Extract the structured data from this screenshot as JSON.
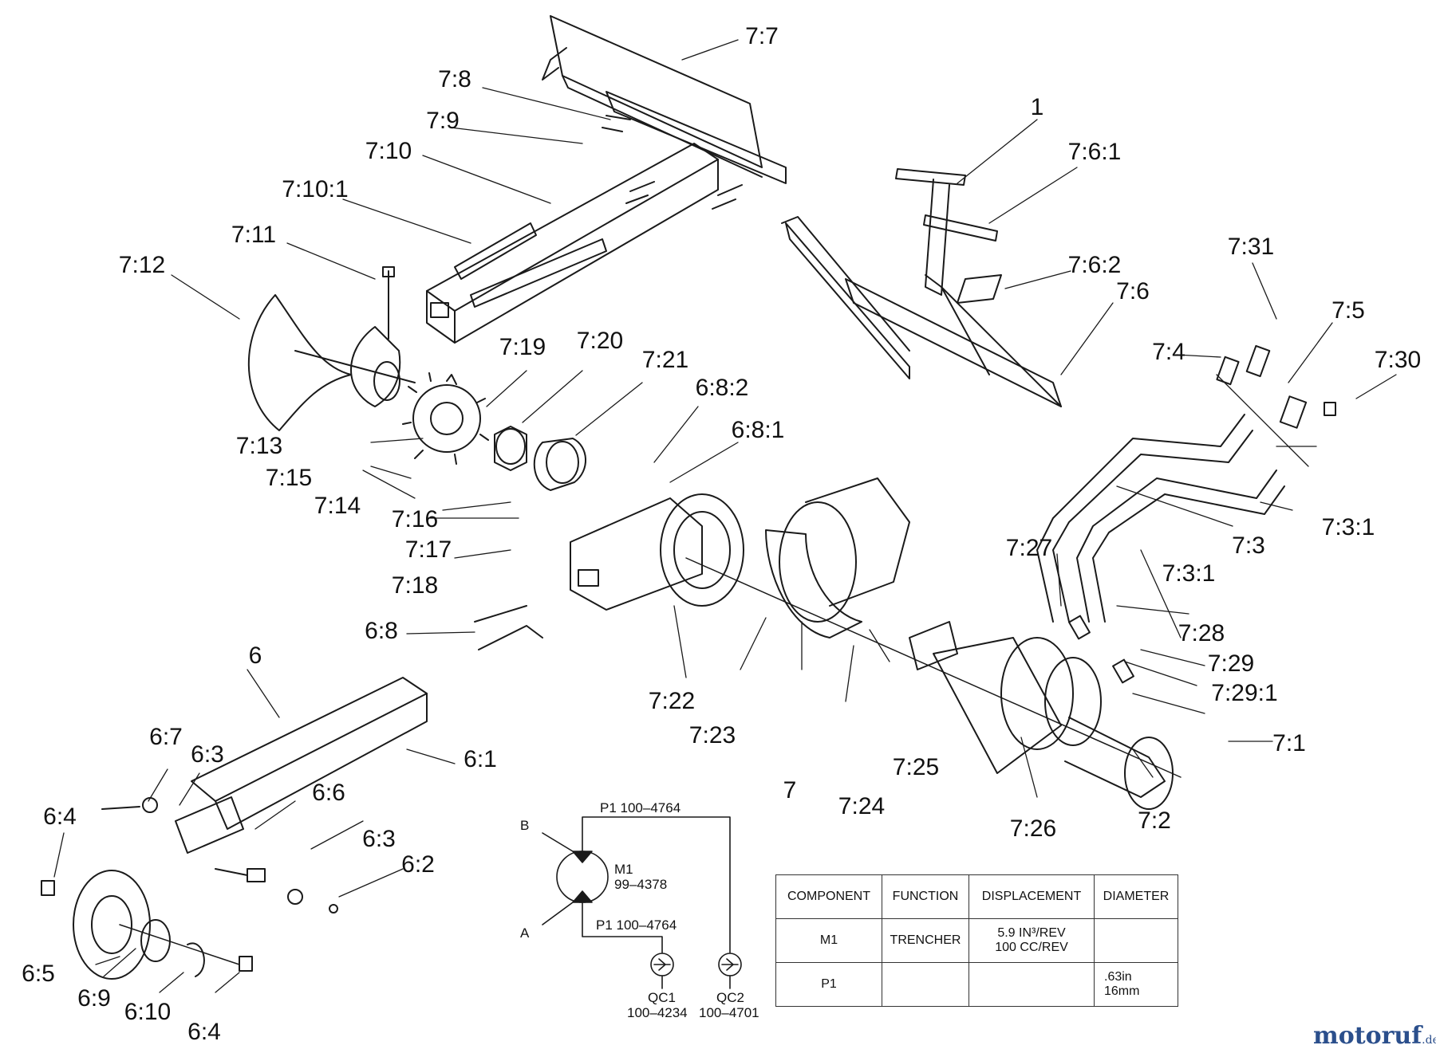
{
  "callouts": [
    {
      "id": "7:7",
      "text": "7:7"
    },
    {
      "id": "7:8",
      "text": "7:8"
    },
    {
      "id": "7:9",
      "text": "7:9"
    },
    {
      "id": "7:10",
      "text": "7:10"
    },
    {
      "id": "7:10:1",
      "text": "7:10:1"
    },
    {
      "id": "7:11",
      "text": "7:11"
    },
    {
      "id": "7:12",
      "text": "7:12"
    },
    {
      "id": "1",
      "text": "1"
    },
    {
      "id": "7:6:1",
      "text": "7:6:1"
    },
    {
      "id": "7:6:2",
      "text": "7:6:2"
    },
    {
      "id": "7:6",
      "text": "7:6"
    },
    {
      "id": "7:31",
      "text": "7:31"
    },
    {
      "id": "7:5",
      "text": "7:5"
    },
    {
      "id": "7:4",
      "text": "7:4"
    },
    {
      "id": "7:30",
      "text": "7:30"
    },
    {
      "id": "7:19",
      "text": "7:19"
    },
    {
      "id": "7:20",
      "text": "7:20"
    },
    {
      "id": "7:21",
      "text": "7:21"
    },
    {
      "id": "6:8:2",
      "text": "6:8:2"
    },
    {
      "id": "6:8:1",
      "text": "6:8:1"
    },
    {
      "id": "7:13",
      "text": "7:13"
    },
    {
      "id": "7:15",
      "text": "7:15"
    },
    {
      "id": "7:14",
      "text": "7:14"
    },
    {
      "id": "7:16",
      "text": "7:16"
    },
    {
      "id": "7:17",
      "text": "7:17"
    },
    {
      "id": "7:18",
      "text": "7:18"
    },
    {
      "id": "7:3:1a",
      "text": "7:3:1"
    },
    {
      "id": "7:3",
      "text": "7:3"
    },
    {
      "id": "7:27",
      "text": "7:27"
    },
    {
      "id": "7:3:1b",
      "text": "7:3:1"
    },
    {
      "id": "7:28",
      "text": "7:28"
    },
    {
      "id": "7:29",
      "text": "7:29"
    },
    {
      "id": "7:29:1",
      "text": "7:29:1"
    },
    {
      "id": "7:1",
      "text": "7:1"
    },
    {
      "id": "6:8",
      "text": "6:8"
    },
    {
      "id": "6",
      "text": "6"
    },
    {
      "id": "7:22",
      "text": "7:22"
    },
    {
      "id": "7:23",
      "text": "7:23"
    },
    {
      "id": "7",
      "text": "7"
    },
    {
      "id": "7:25",
      "text": "7:25"
    },
    {
      "id": "7:24",
      "text": "7:24"
    },
    {
      "id": "7:26",
      "text": "7:26"
    },
    {
      "id": "7:2",
      "text": "7:2"
    },
    {
      "id": "6:1",
      "text": "6:1"
    },
    {
      "id": "6:7",
      "text": "6:7"
    },
    {
      "id": "6:3a",
      "text": "6:3"
    },
    {
      "id": "6:4a",
      "text": "6:4"
    },
    {
      "id": "6:6",
      "text": "6:6"
    },
    {
      "id": "6:3b",
      "text": "6:3"
    },
    {
      "id": "6:2",
      "text": "6:2"
    },
    {
      "id": "6:5",
      "text": "6:5"
    },
    {
      "id": "6:9",
      "text": "6:9"
    },
    {
      "id": "6:10",
      "text": "6:10"
    },
    {
      "id": "6:4b",
      "text": "6:4"
    }
  ],
  "schematic": {
    "port_b": "B",
    "port_a": "A",
    "line_top": "P1 100–4764",
    "line_bottom": "P1 100–4764",
    "motor_name": "M1",
    "motor_part": "99–4378",
    "qc1_name": "QC1",
    "qc1_part": "100–4234",
    "qc2_name": "QC2",
    "qc2_part": "100–4701"
  },
  "spec_table": {
    "headers": [
      "COMPONENT",
      "FUNCTION",
      "DISPLACEMENT",
      "DIAMETER"
    ],
    "rows": [
      {
        "component": "M1",
        "function": "TRENCHER",
        "displacement_line1": "5.9 IN³/REV",
        "displacement_line2": "100 CC/REV",
        "diameter_line1": "",
        "diameter_line2": ""
      },
      {
        "component": "P1",
        "function": "",
        "displacement_line1": "",
        "displacement_line2": "",
        "diameter_line1": ".63in",
        "diameter_line2": "16mm"
      }
    ]
  },
  "watermark": {
    "main": "motoruf",
    "suffix": ".de"
  }
}
